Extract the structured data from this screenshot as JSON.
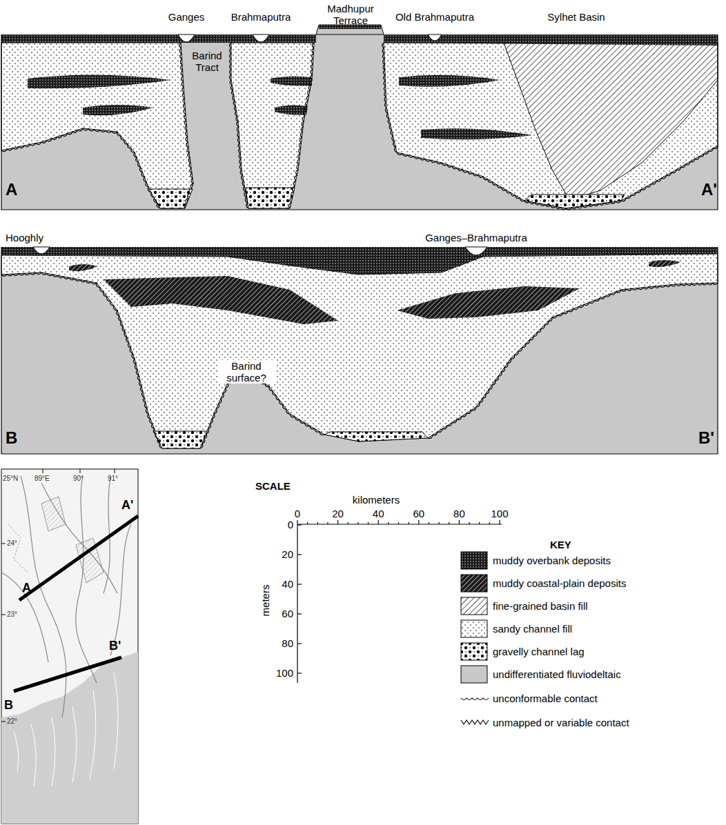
{
  "diagram": {
    "labels": [
      "Ganges",
      "Brahmaputra",
      "Madhupur Terrace",
      "Old Brahmaputra",
      "Sylhet Basin",
      "Barind Tract",
      "A",
      "A'",
      "Hooghly",
      "Ganges–Brahmaputra",
      "Barind surface?",
      "B",
      "B'",
      "25°N",
      "89°E",
      "90°",
      "91°",
      "24°",
      "23°",
      "22°",
      "A",
      "A'",
      "B",
      "B'",
      "SCALE",
      "kilometers",
      "0",
      "20",
      "40",
      "60",
      "80",
      "100",
      "meters",
      "0",
      "20",
      "40",
      "60",
      "80",
      "100",
      "KEY"
    ],
    "legend": [
      {
        "text": "muddy overbank deposits"
      },
      {
        "text": "muddy coastal-plain deposits"
      },
      {
        "text": "fine-grained basin fill"
      },
      {
        "text": "sandy channel fill"
      },
      {
        "text": "gravelly channel lag"
      },
      {
        "text": "undifferentiated fluviodeltaic",
        "color": "#c8c8c8"
      },
      {
        "text": "unconformable contact"
      },
      {
        "text": "unmapped or variable contact"
      }
    ]
  }
}
